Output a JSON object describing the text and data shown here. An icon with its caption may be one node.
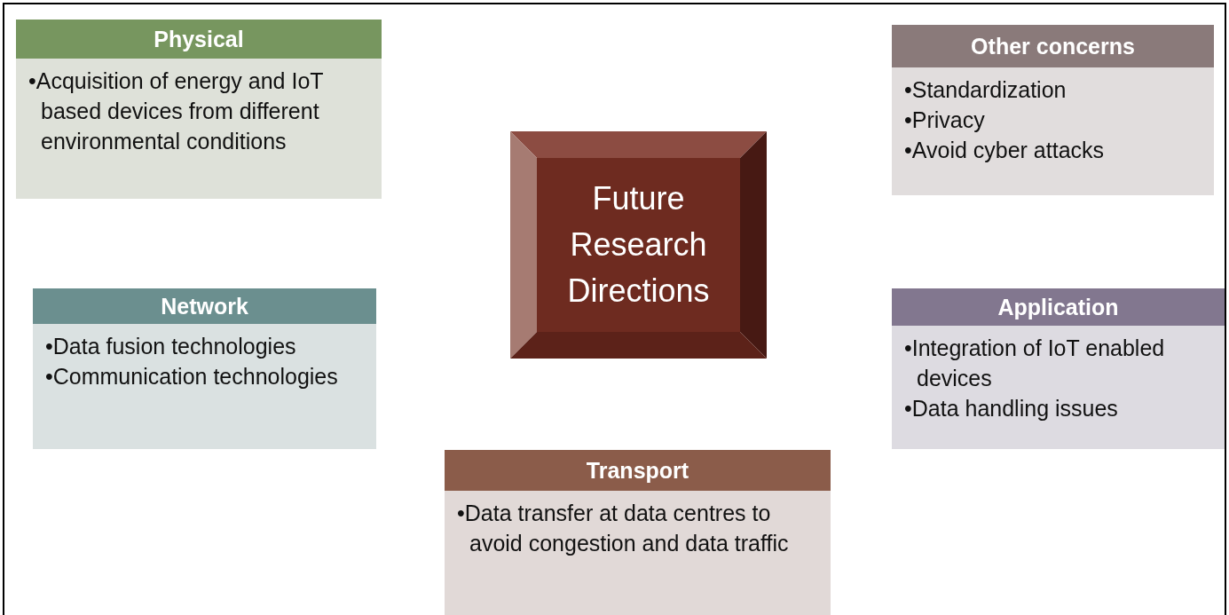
{
  "diagram": {
    "nodes": [
      {
        "text": [
          "Physical",
          "•Acquisition of energy and IoT based devices from different environmental conditions"
        ]
      },
      {
        "text": [
          "Other concerns",
          "•Standardization",
          "•Privacy",
          "•Avoid cyber attacks"
        ]
      },
      {
        "text": [
          "Future Research Directions"
        ]
      },
      {
        "text": [
          "Network",
          "•Data fusion technologies",
          "•Communication technologies"
        ]
      },
      {
        "text": [
          "Application",
          "•Integration of IoT enabled devices",
          "•Data handling issues"
        ]
      },
      {
        "text": [
          "Transport",
          "•Data transfer at data centres to avoid congestion and data traffic"
        ]
      }
    ],
    "edges": []
  }
}
